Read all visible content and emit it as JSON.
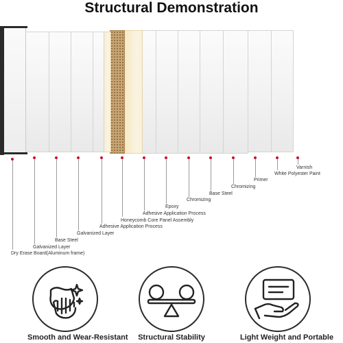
{
  "title": "Structural Demonstration",
  "layers": [
    "Dry Erase Board(Aluminum frame)",
    "Galvanized Layer",
    "Base Steel",
    "Galvanized Layer",
    "Adhesive Application Process",
    "Honeycomb Core Panel Assembly",
    "Adhesive Application Process",
    "Epoxy",
    "Chromizing",
    "Base Steel",
    "Chromizing",
    "Primer",
    "White Polyester Paint",
    "Varnish"
  ],
  "features": [
    {
      "label": "Smooth and Wear-Resistant",
      "icon": "hand-wipe-sparkle-icon"
    },
    {
      "label": "Structural Stability",
      "icon": "balance-seesaw-icon"
    },
    {
      "label": "Light Weight and Portable",
      "icon": "hand-holding-board-icon"
    }
  ],
  "colors": {
    "marker": "#c8102e",
    "honeycomb": "#c9a574",
    "frame": "#2a2a2a"
  }
}
